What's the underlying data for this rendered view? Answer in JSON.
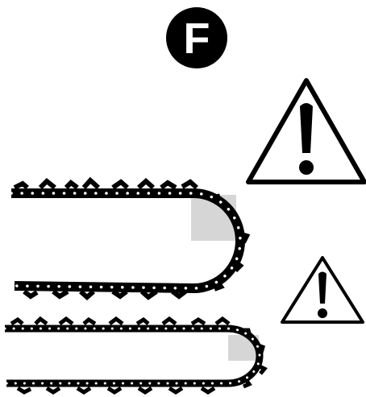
{
  "badge": {
    "letter": "F",
    "icon": "circle-letter-badge"
  },
  "warnings": [
    {
      "icon": "warning-triangle-icon",
      "symbol": "!"
    },
    {
      "icon": "warning-triangle-icon",
      "symbol": "!"
    }
  ],
  "chains": [
    {
      "name": "chain-loop-top",
      "icon": "chainsaw-chain",
      "wear_marker": "grey-quarter"
    },
    {
      "name": "chain-loop-bottom",
      "icon": "chainsaw-chain",
      "wear_marker": "grey-quarter"
    }
  ],
  "colors": {
    "ink": "#000000",
    "paper": "#ffffff",
    "marker": "#d6d6d6"
  }
}
